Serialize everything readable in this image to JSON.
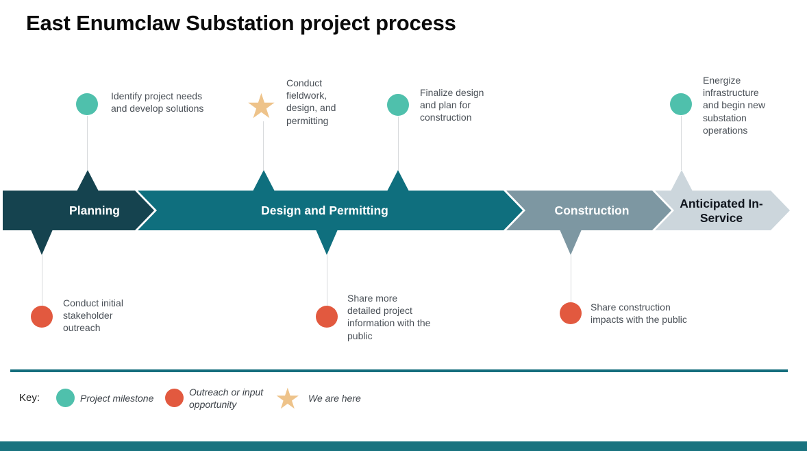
{
  "title": "East Enumclaw Substation project process",
  "phases": [
    {
      "label": "Planning",
      "color": "#15434f"
    },
    {
      "label": "Design and Permitting",
      "color": "#0f6f7e"
    },
    {
      "label": "Construction",
      "color": "#7d97a2"
    },
    {
      "label": "Anticipated In-Service",
      "color": "#ccd6dc"
    }
  ],
  "milestones_above": [
    {
      "marker": "circle",
      "text": "Identify project needs and develop solutions"
    },
    {
      "marker": "star",
      "text": "Conduct fieldwork, design, and permitting"
    },
    {
      "marker": "circle",
      "text": "Finalize design and plan for construction"
    },
    {
      "marker": "circle",
      "text": "Energize infrastructure and begin new substation operations"
    }
  ],
  "outreach_below": [
    {
      "text": "Conduct initial stakeholder outreach"
    },
    {
      "text": "Share more detailed project information with the public"
    },
    {
      "text": "Share construction impacts with the public"
    }
  ],
  "key": {
    "label": "Key:",
    "items": [
      {
        "label": "Project milestone"
      },
      {
        "label": "Outreach or input opportunity"
      },
      {
        "label": "We are here"
      }
    ]
  },
  "icons": {
    "star": "★"
  },
  "colors": {
    "milestone": "#4fc0ac",
    "outreach": "#e2593f",
    "star": "#eec38a",
    "divider": "#156e7d",
    "footer_bar": "#19737f",
    "connector": "#d8dadc"
  }
}
